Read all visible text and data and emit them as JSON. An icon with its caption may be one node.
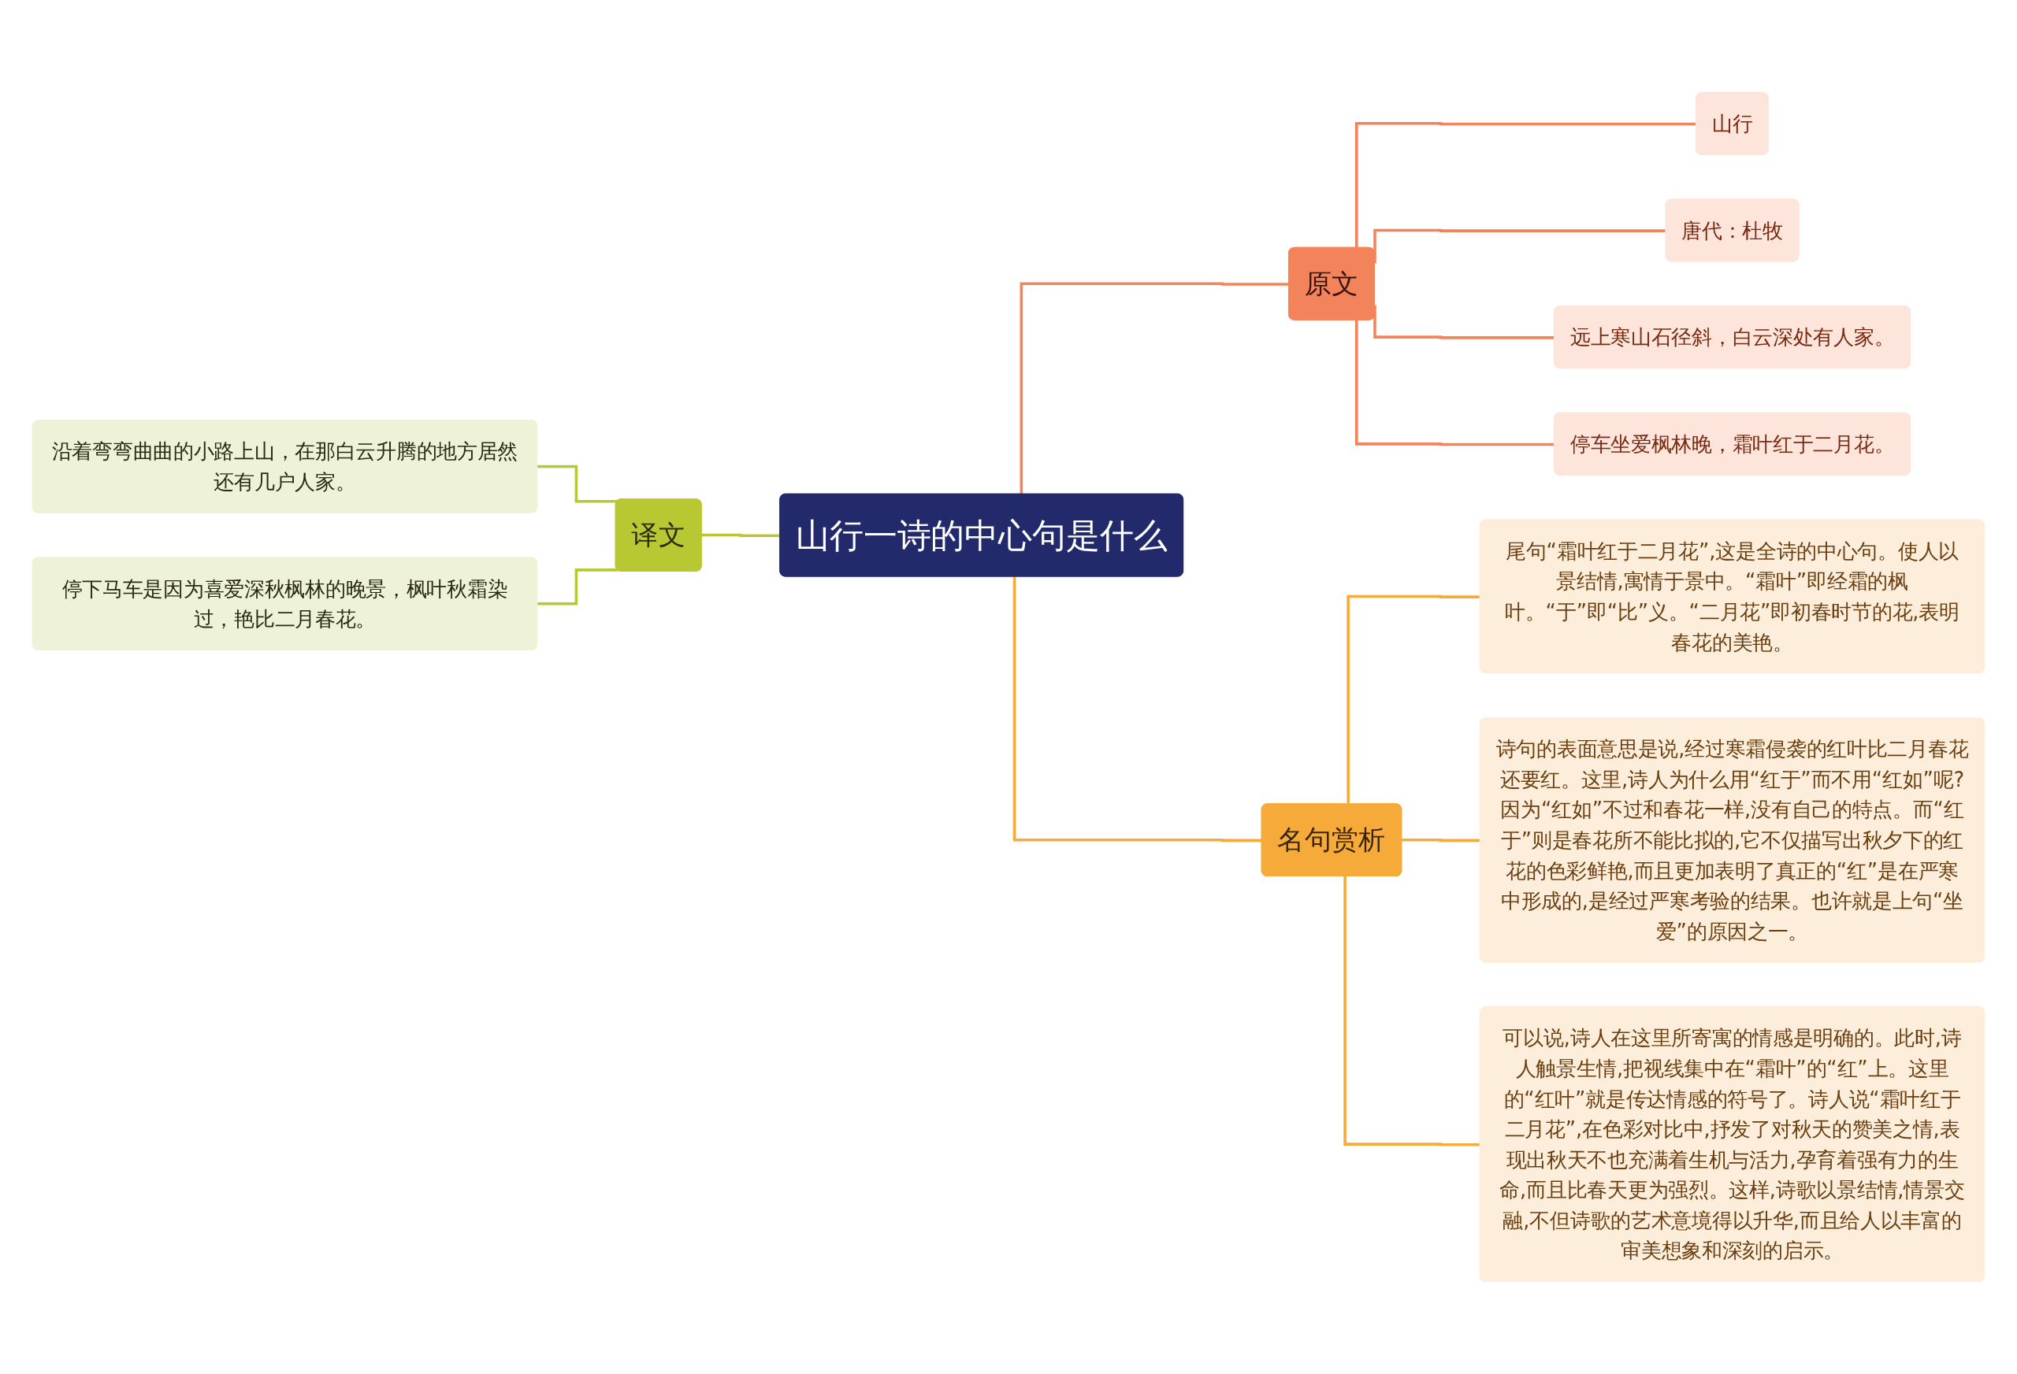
{
  "diagram": {
    "nodes": [
      {
        "text": [
          "山行一诗的中心句是什么"
        ]
      },
      {
        "text": [
          "译文"
        ]
      },
      {
        "text": [
          "沿着弯弯曲曲的小路上山，在那白云升腾的地方居然还有几户人家。"
        ]
      },
      {
        "text": [
          "停下马车是因为喜爱深秋枫林的晚景，枫叶秋霜染过，艳比二月春花。"
        ]
      },
      {
        "text": [
          "原文"
        ]
      },
      {
        "text": [
          "山行"
        ]
      },
      {
        "text": [
          "唐代：杜牧"
        ]
      },
      {
        "text": [
          "远上寒山石径斜，白云深处有人家。"
        ]
      },
      {
        "text": [
          "停车坐爱枫林晚，霜叶红于二月花。"
        ]
      },
      {
        "text": [
          "名句赏析"
        ]
      },
      {
        "text": [
          "尾句“霜叶红于二月花”,这是全诗的中心句。使人以景结情,寓情于景中。“霜叶”即经霜的枫叶。“于”即“比”义。“二月花”即初春时节的花,表明春花的美艳。"
        ]
      },
      {
        "text": [
          "诗句的表面意思是说,经过寒霜侵袭的红叶比二月春花还要红。这里,诗人为什么用“红于”而不用“红如”呢?因为“红如”不过和春花一样,没有自己的特点。而“红于”则是春花所不能比拟的,它不仅描写出秋夕下的红花的色彩鲜艳,而且更加表明了真正的“红”是在严寒中形成的,是经过严寒考验的结果。也许就是上句“坐爱”的原因之一。"
        ]
      },
      {
        "text": [
          "可以说,诗人在这里所寄寓的情感是明确的。此时,诗人触景生情,把视线集中在“霜叶”的“红”上。这里的“红叶”就是传达情感的符号了。诗人说“霜叶红于二月花”,在色彩对比中,抒发了对秋天的赞美之情,表现出秋天不也充满着生机与活力,孕育着强有力的生命,而且比春天更为强烈。这样,诗歌以景结情,情景交融,不但诗歌的艺术意境得以升华,而且给人以丰富的审美想象和深刻的启示。"
        ]
      }
    ],
    "edges": [
      {
        "from": 2,
        "to": 1,
        "arrow": "none",
        "color": "#b8c832"
      },
      {
        "from": 3,
        "to": 1,
        "arrow": "none",
        "color": "#b8c832"
      },
      {
        "from": 1,
        "to": 0,
        "arrow": "none",
        "color": "#b8c832"
      },
      {
        "from": 0,
        "to": 4,
        "arrow": "none",
        "color": "#f2835a"
      },
      {
        "from": 4,
        "to": 5,
        "arrow": "none",
        "color": "#f2835a"
      },
      {
        "from": 4,
        "to": 6,
        "arrow": "none",
        "color": "#f2835a"
      },
      {
        "from": 4,
        "to": 7,
        "arrow": "none",
        "color": "#f2835a"
      },
      {
        "from": 4,
        "to": 8,
        "arrow": "none",
        "color": "#f2835a"
      },
      {
        "from": 0,
        "to": 9,
        "arrow": "none",
        "color": "#f6aa3a"
      },
      {
        "from": 9,
        "to": 10,
        "arrow": "none",
        "color": "#f6aa3a"
      },
      {
        "from": 9,
        "to": 11,
        "arrow": "none",
        "color": "#f6aa3a"
      },
      {
        "from": 9,
        "to": 12,
        "arrow": "none",
        "color": "#f6aa3a"
      }
    ]
  }
}
